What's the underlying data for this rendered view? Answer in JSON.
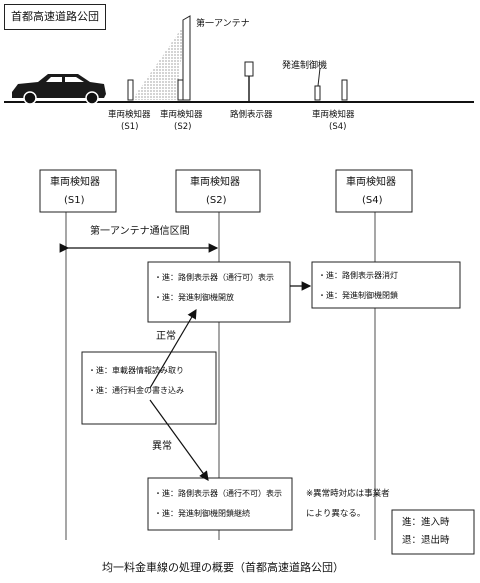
{
  "title_box": "首都高速道路公団",
  "top": {
    "antenna": "第一アンテナ",
    "gate_controller": "発進制御機",
    "sensor_s1": "車両検知器",
    "sensor_s1_id": "(S1)",
    "sensor_s2": "車両検知器",
    "sensor_s2_id": "(S2)",
    "roadside_display": "路側表示器",
    "sensor_s4": "車両検知器",
    "sensor_s4_id": "(S4)"
  },
  "sequence": {
    "col1_title": "車両検知器",
    "col1_id": "(S1)",
    "col2_title": "車両検知器",
    "col2_id": "(S2)",
    "col3_title": "車両検知器",
    "col3_id": "(S4)",
    "comm_zone": "第一アンテナ通信区間",
    "box_normal_1": "・進：路側表示器（通行可）表示",
    "box_normal_2": "・進：発進制御機開放",
    "box_s4_1": "・進：路側表示器消灯",
    "box_s4_2": "・進：発進制御機閉鎖",
    "box_left_1": "・進：車載器情報読み取り",
    "box_left_2": "・進：通行料金の書き込み",
    "label_normal": "正常",
    "label_abnormal": "異常",
    "box_abn_1": "・進：路側表示器（通行不可）表示",
    "box_abn_2": "・進：発進制御機閉鎖継続",
    "note_1": "※異常時対応は事業者",
    "note_2": "により異なる。",
    "legend_1": "進：進入時",
    "legend_2": "退：退出時"
  },
  "caption": "均一料金車線の処理の概要（首都高速道路公団）"
}
